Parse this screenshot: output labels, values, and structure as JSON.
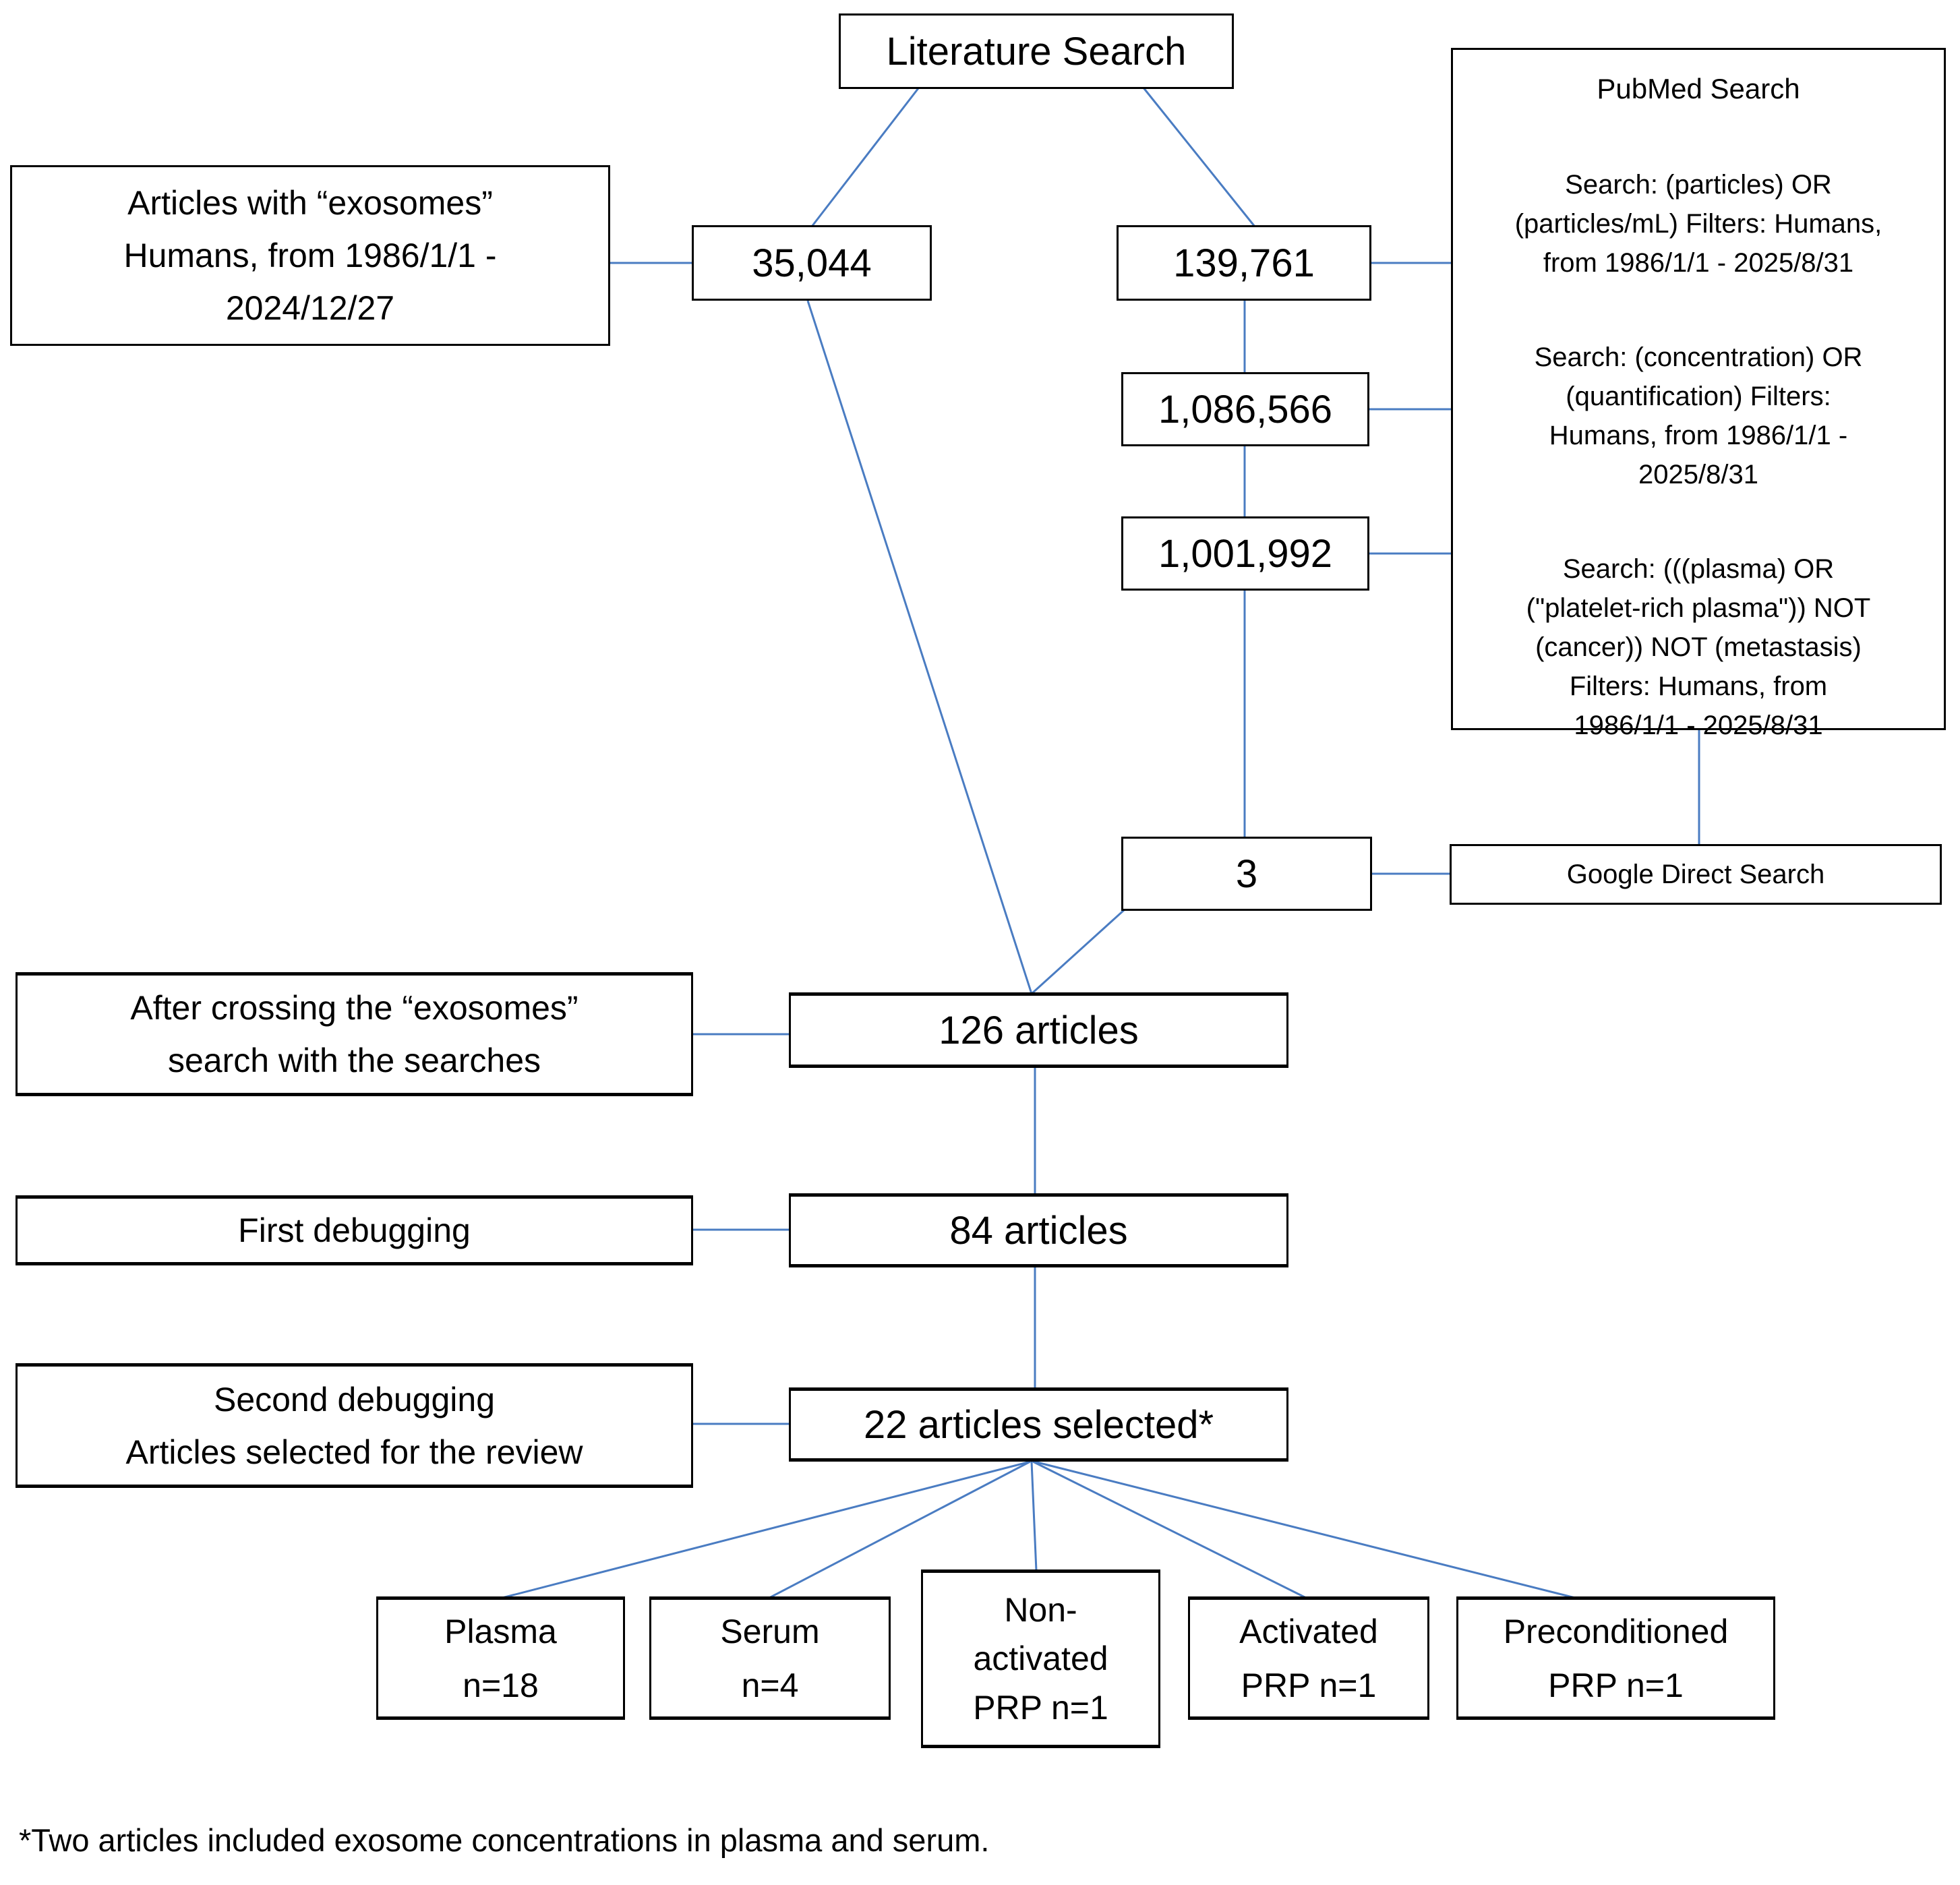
{
  "boxes": {
    "literature_search": "Literature Search",
    "exosomes_filter": "Articles with “exosomes”\nHumans, from 1986/1/1 -\n2024/12/27",
    "count_exosomes": "35,044",
    "count_particles": "139,761",
    "count_concentration": "1,086,566",
    "count_plasma": "1,001,992",
    "count_google": "3",
    "google_direct_search": "Google Direct Search",
    "after_crossing": "After crossing the “exosomes”\nsearch with the searches",
    "count_crossed": "126 articles",
    "first_debugging": "First debugging",
    "count_first": "84 articles",
    "second_debugging": "Second debugging\nArticles selected for the review",
    "count_selected": "22 articles selected*",
    "plasma": "Plasma\nn=18",
    "serum": "Serum\nn=4",
    "non_activated_prp": "Non-\nactivated\nPRP n=1",
    "activated_prp": "Activated\nPRP n=1",
    "preconditioned_prp": "Preconditioned\nPRP n=1"
  },
  "pubmed": {
    "title": "PubMed Search",
    "queries": [
      "Search: (particles) OR\n(particles/mL) Filters: Humans,\nfrom 1986/1/1 - 2025/8/31",
      "Search: (concentration) OR\n(quantification) Filters:\nHumans, from 1986/1/1 -\n2025/8/31",
      "Search: (((plasma) OR\n(\"platelet-rich plasma\")) NOT\n(cancer)) NOT (metastasis)\nFilters: Humans, from\n1986/1/1 - 2025/8/31"
    ]
  },
  "footnote": "*Two articles included exosome concentrations in plasma and serum.",
  "colors": {
    "connector_blue": "#4a7cc2",
    "box_border": "#000000"
  }
}
